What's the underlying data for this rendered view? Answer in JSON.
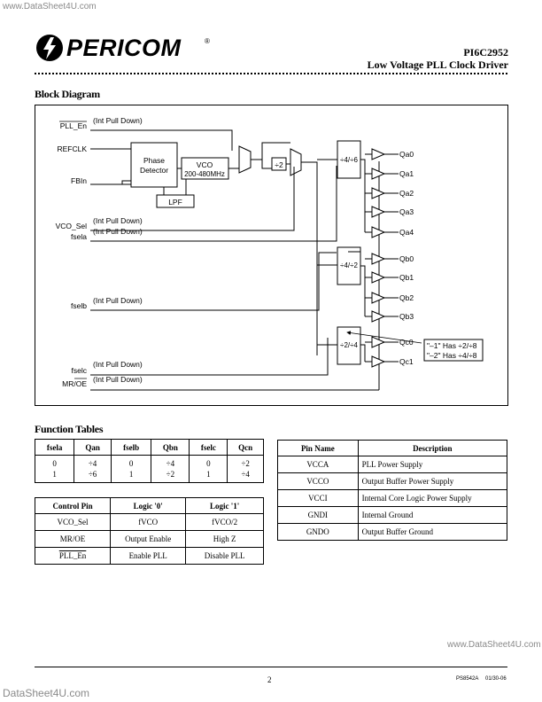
{
  "watermark_top": "www.DataSheet4U.com",
  "watermark_mid": "www.DataSheet4U.com",
  "watermark_bottom": "DataSheet4U.com",
  "logo": {
    "text": "PERICOM",
    "registered": "®"
  },
  "header": {
    "part": "PI6C2952",
    "title": "Low Voltage PLL Clock Driver"
  },
  "block_diagram": {
    "title": "Block Diagram",
    "inputs": [
      {
        "name": "PLL_En",
        "note": "(Int Pull Down)"
      },
      {
        "name": "REFCLK",
        "note": ""
      },
      {
        "name": "FBIn",
        "note": ""
      },
      {
        "name": "VCO_Sel",
        "note": "(Int Pull Down)"
      },
      {
        "name": "fsela",
        "note": "(Int Pull Down)"
      },
      {
        "name": "fselb",
        "note": "(Int Pull Down)"
      },
      {
        "name": "fselc",
        "note": "(Int Pull Down)"
      },
      {
        "name": "MR/OE",
        "note": "(Int Pull Down)"
      }
    ],
    "blocks": {
      "phase1": "Phase",
      "phase2": "Detector",
      "vco1": "VCO",
      "vco2": "200-480MHz",
      "lpf": "LPF",
      "div2": "÷2",
      "diva": "÷4/÷6",
      "divb": "÷4/÷2",
      "divc": "÷2/÷4"
    },
    "outputs": [
      "Qa0",
      "Qa1",
      "Qa2",
      "Qa3",
      "Qa4",
      "Qb0",
      "Qb1",
      "Qb2",
      "Qb3",
      "Qc0",
      "Qc1"
    ],
    "note1": "\"–1\" Has ÷2/÷8",
    "note2": "\"–2\" Has ÷4/÷8"
  },
  "function_tables": {
    "title": "Function Tables",
    "sel_table": {
      "headers": [
        "fsela",
        "Qan",
        "fselb",
        "Qbn",
        "fselc",
        "Qcn"
      ],
      "rows": [
        [
          "0",
          "÷4",
          "0",
          "÷4",
          "0",
          "÷2"
        ],
        [
          "1",
          "÷6",
          "1",
          "÷2",
          "1",
          "÷4"
        ]
      ]
    },
    "control_table": {
      "headers": [
        "Control Pin",
        "Logic '0'",
        "Logic '1'"
      ],
      "rows": [
        [
          "VCO_Sel",
          "fVCO",
          "fVCO/2"
        ],
        [
          "MR/OE",
          "Output Enable",
          "High Z"
        ],
        [
          "PLL_En",
          "Enable PLL",
          "Disable PLL"
        ]
      ]
    },
    "pin_table": {
      "headers": [
        "Pin Name",
        "Description"
      ],
      "rows": [
        [
          "VCCA",
          "PLL Power Supply"
        ],
        [
          "VCCO",
          "Output Buffer Power Supply"
        ],
        [
          "VCCI",
          "Internal Core Logic Power Supply"
        ],
        [
          "GNDI",
          "Internal Ground"
        ],
        [
          "GNDO",
          "Output Buffer Ground"
        ]
      ]
    }
  },
  "footer": {
    "page": "2",
    "doc": "PS8542A",
    "date": "01/30-06"
  }
}
